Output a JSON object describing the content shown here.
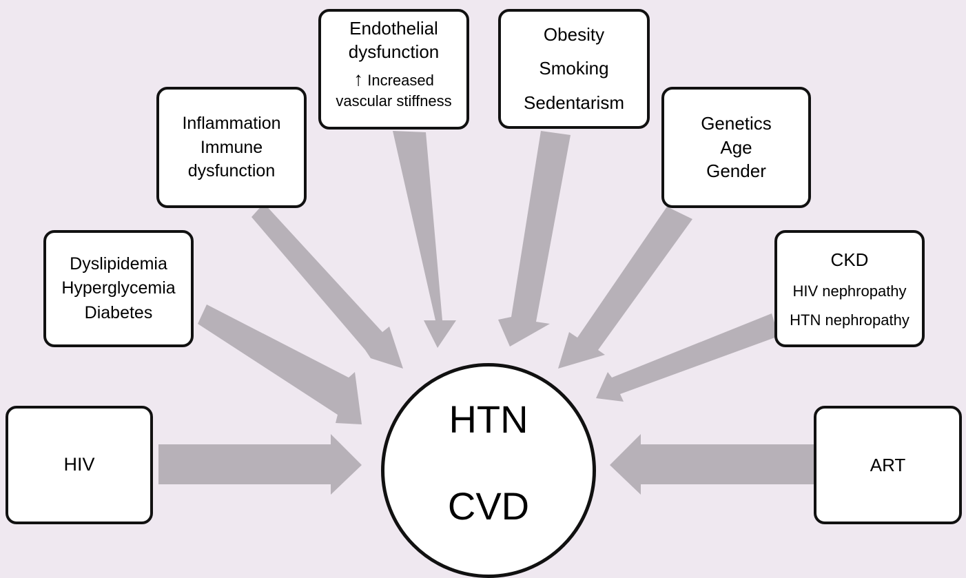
{
  "center": {
    "line1": "HTN",
    "line2": "CVD"
  },
  "boxes": {
    "hiv": {
      "lines": [
        "HIV"
      ]
    },
    "dyslipidemia": {
      "lines": [
        "Dyslipidemia",
        "Hyperglycemia",
        "Diabetes"
      ]
    },
    "inflammation": {
      "lines": [
        "Inflammation",
        "Immune",
        "dysfunction"
      ]
    },
    "endothelial": {
      "lines": [
        "Endothelial",
        "dysfunction"
      ],
      "arrow_glyph": "↑",
      "small_lines": [
        "Increased",
        "vascular stiffness"
      ]
    },
    "lifestyle": {
      "lines": [
        "Obesity",
        "Smoking",
        "Sedentarism"
      ]
    },
    "genetics": {
      "lines": [
        "Genetics",
        "Age",
        "Gender"
      ]
    },
    "ckd": {
      "lines": [
        "CKD"
      ],
      "small_lines": [
        "HIV nephropathy",
        "HTN nephropathy"
      ]
    },
    "art": {
      "lines": [
        "ART"
      ]
    }
  },
  "colors": {
    "background": "#efe8f0",
    "arrow": "#b7b1b8",
    "border": "#111111",
    "box_fill": "#ffffff"
  }
}
